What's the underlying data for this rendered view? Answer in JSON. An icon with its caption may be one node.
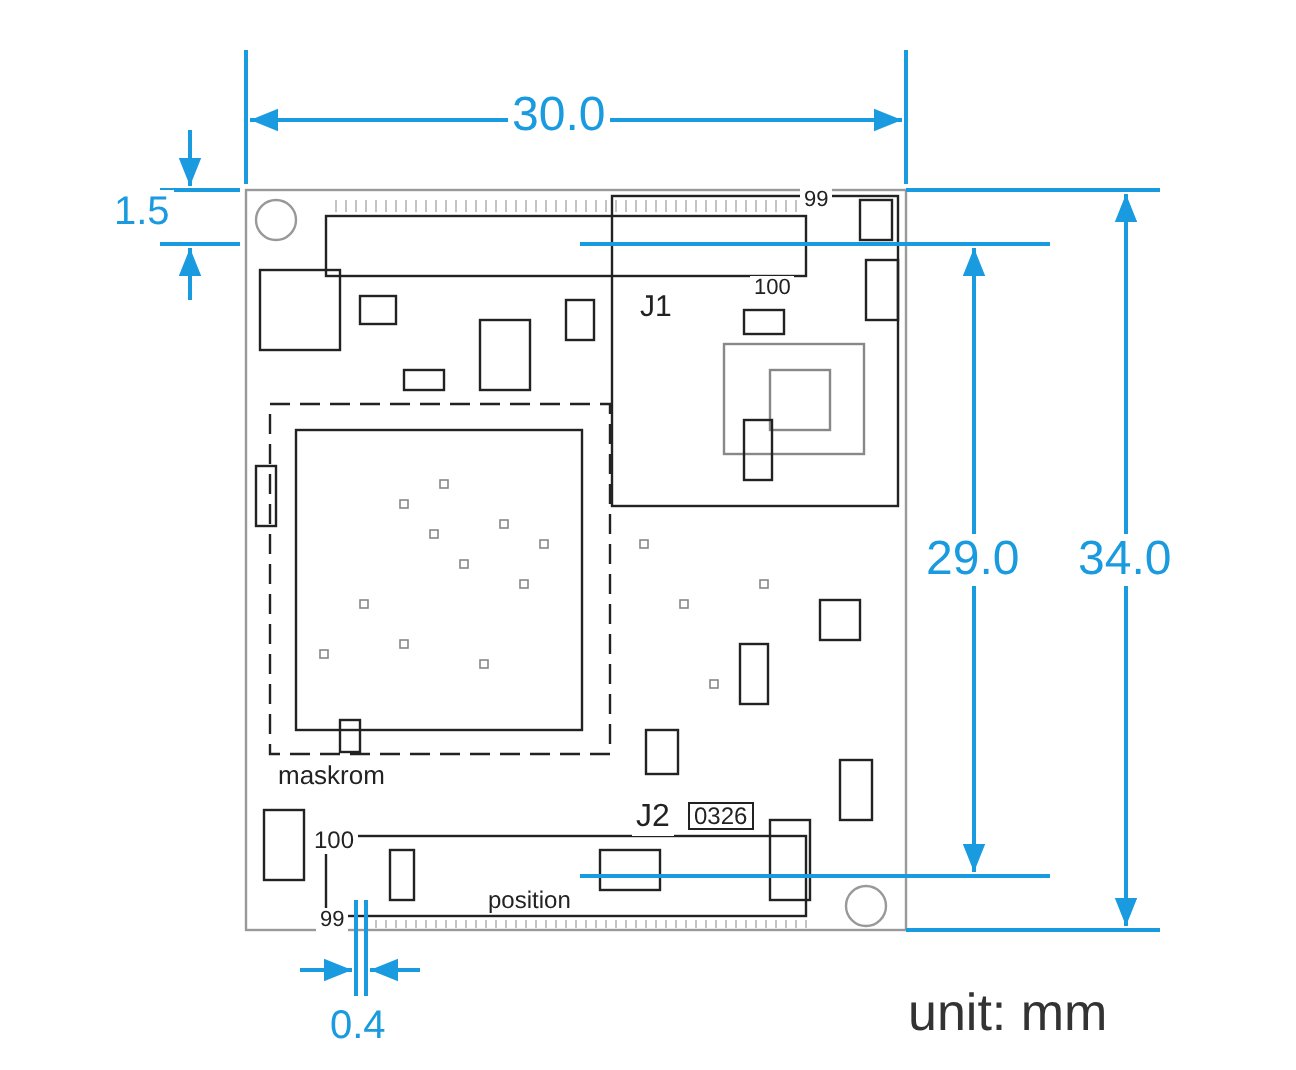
{
  "diagram": {
    "labels": [
      "30.0",
      "1.5",
      "99",
      "100",
      "J1",
      "29.0",
      "34.0",
      "maskrom",
      "J2",
      "0326",
      "100",
      "position",
      "99",
      "0.4",
      "unit: mm"
    ]
  }
}
